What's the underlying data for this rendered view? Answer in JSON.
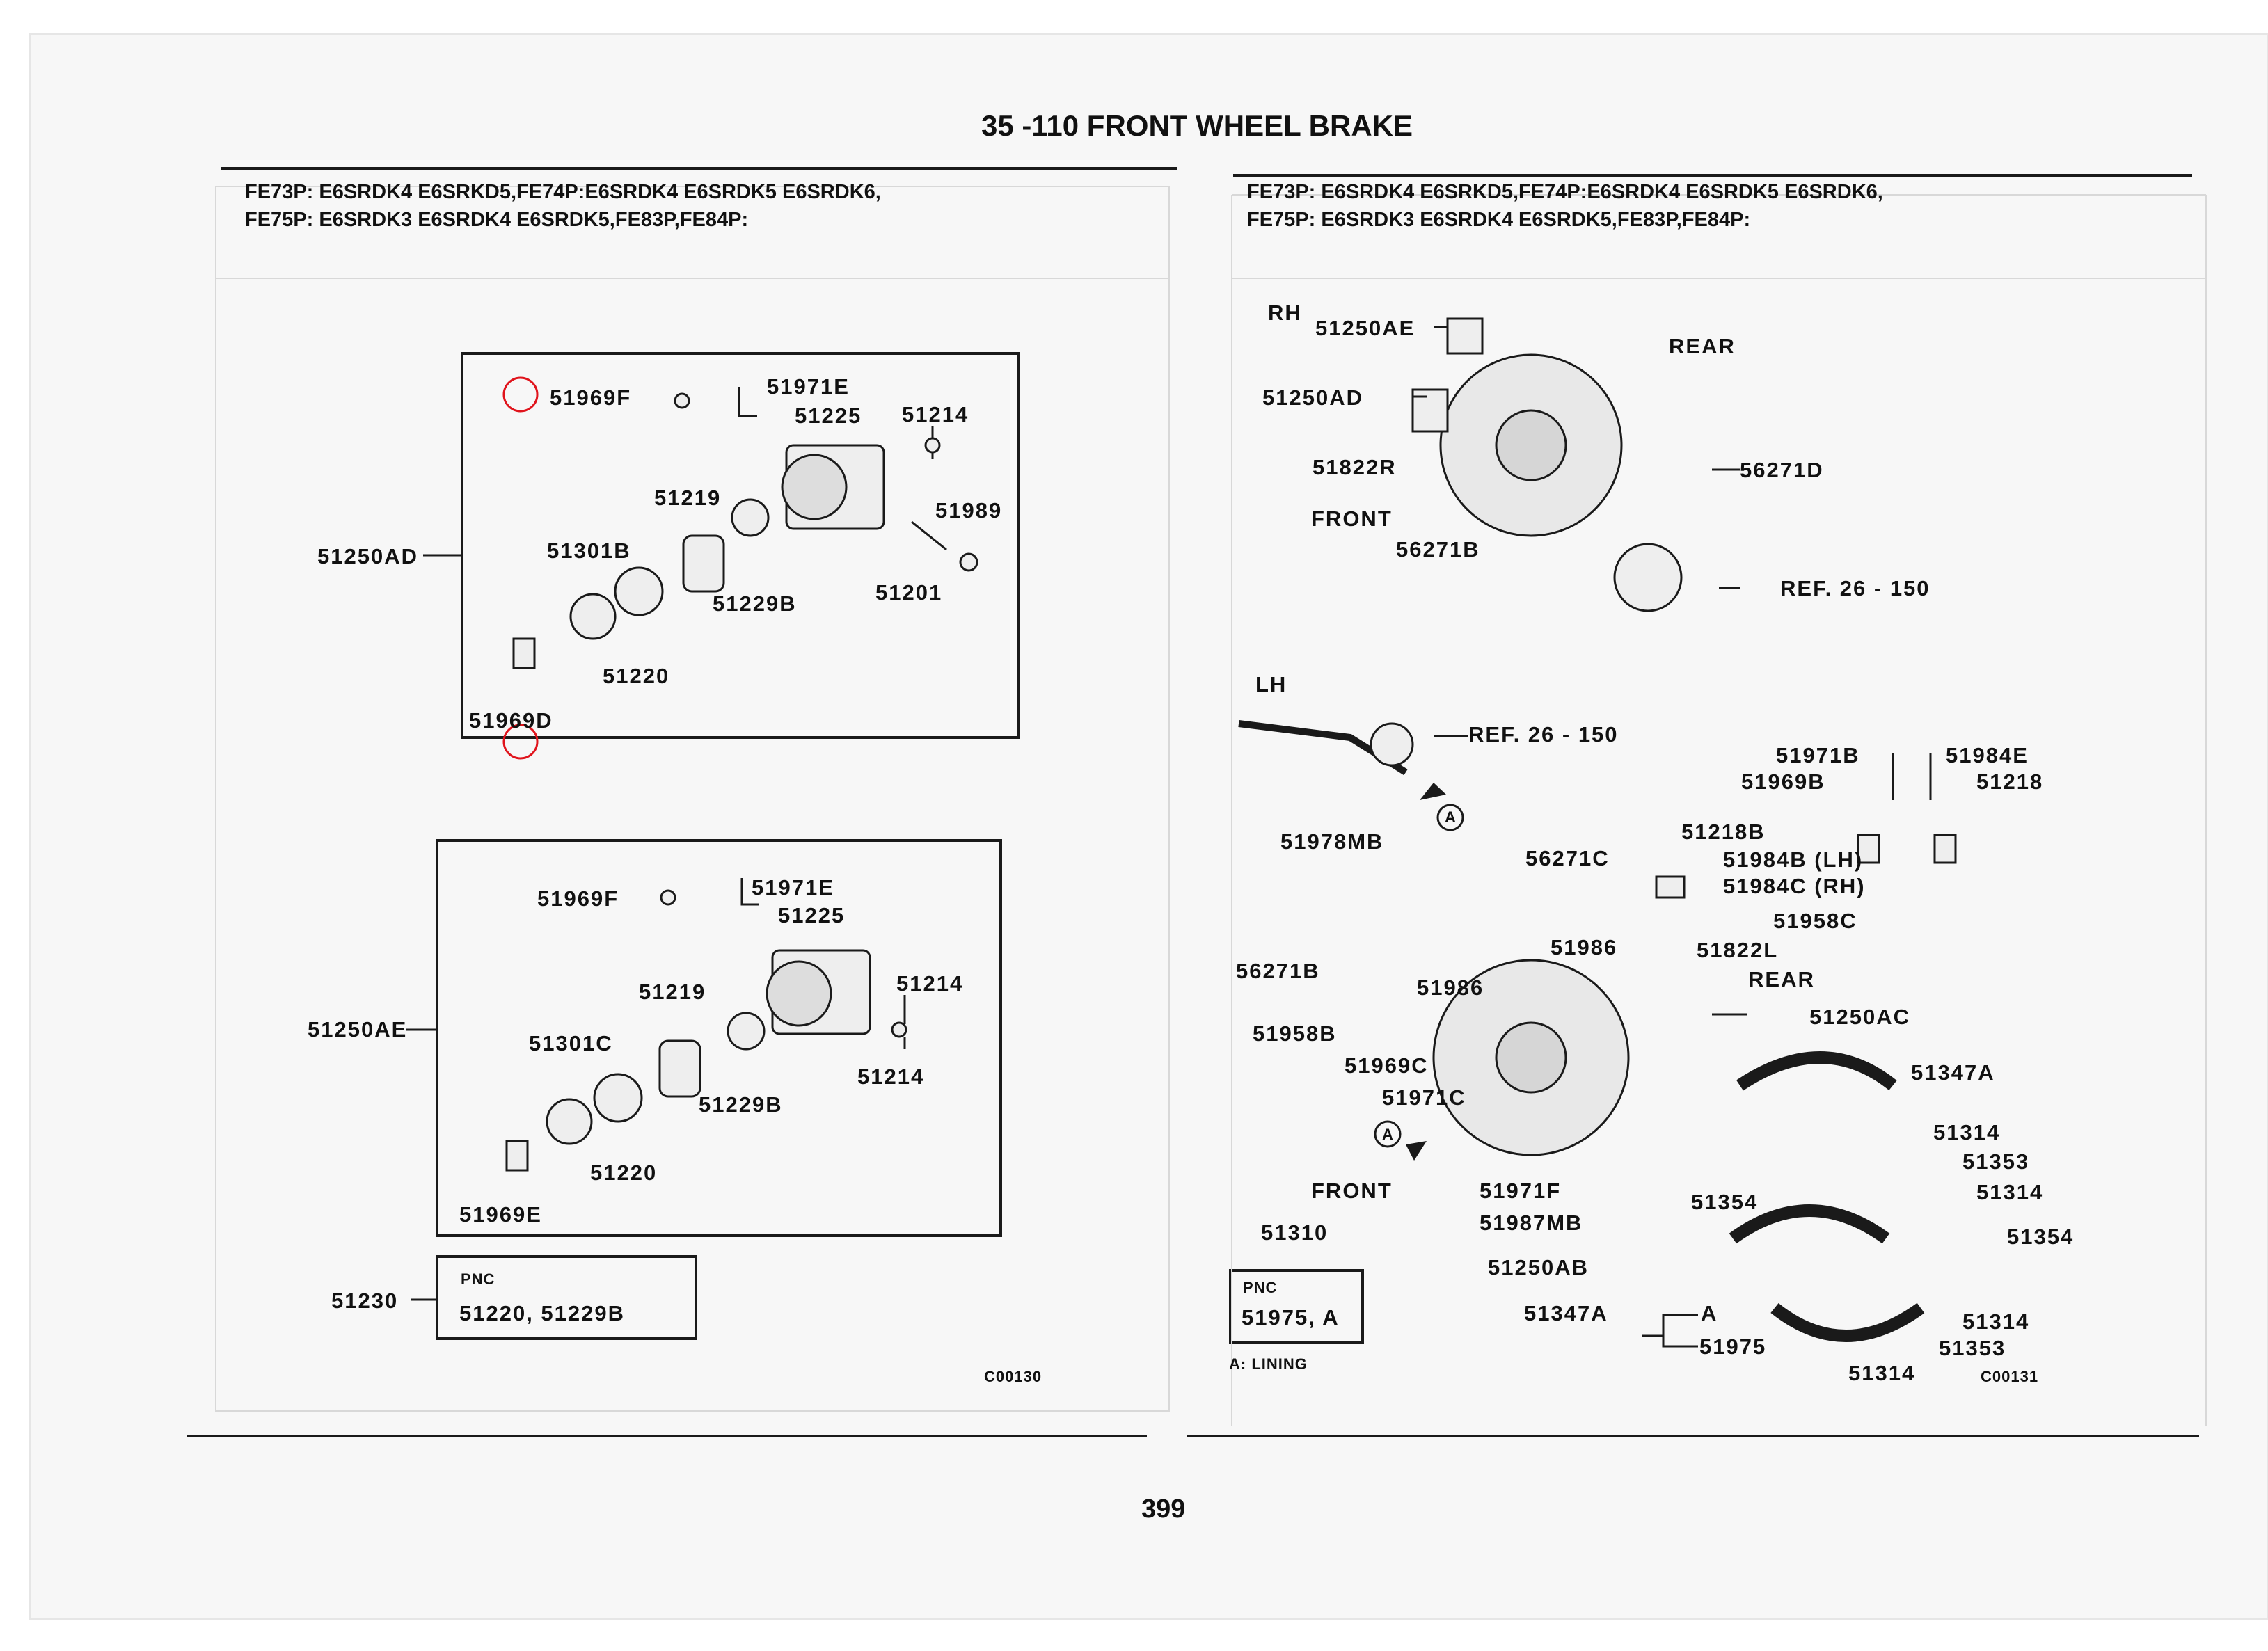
{
  "page": {
    "title": "35 -110   FRONT WHEEL BRAKE",
    "page_number": "399",
    "header_left_1": "FE73P: E6SRDK4 E6SRKD5,FE74P:E6SRDK4 E6SRDK5 E6SRDK6,",
    "header_left_2": "FE75P: E6SRDK3 E6SRDK4 E6SRDK5,FE83P,FE84P:",
    "header_right_1": "FE73P: E6SRDK4 E6SRKD5,FE74P:E6SRDK4 E6SRDK5 E6SRDK6,",
    "header_right_2": "FE75P: E6SRDK3 E6SRDK4 E6SRDK5,FE83P,FE84P:"
  },
  "left_diagram": {
    "upper_assembly": "51250AD",
    "upper_parts": {
      "p1": "51969F",
      "p2": "51971E",
      "p3": "51225",
      "p4": "51214",
      "p5": "51219",
      "p6": "51989",
      "p7": "51301B",
      "p8": "51201",
      "p9": "51229B",
      "p10": "51220",
      "p11": "51969D"
    },
    "lower_assembly": "51250AE",
    "lower_parts": {
      "p1": "51969F",
      "p2": "51971E",
      "p3": "51225",
      "p4": "51219",
      "p5": "51214",
      "p6": "51301C",
      "p7": "51214",
      "p8": "51229B",
      "p9": "51220",
      "p10": "51969E"
    },
    "pnc_box": {
      "ref": "51230",
      "title": "PNC",
      "parts": "51220, 51229B"
    },
    "figure_code": "C00130"
  },
  "right_diagram": {
    "rh_label": "RH",
    "lh_label": "LH",
    "labels": {
      "a1": "51250AE",
      "a2": "51250AD",
      "a3": "51822R",
      "a4": "FRONT",
      "a5": "56271B",
      "a6": "REAR",
      "a7": "56271D",
      "a8": "REF. 26 - 150",
      "b1": "REF. 26 - 150",
      "b2": "51978MB",
      "b3": "56271C",
      "b4": "51986",
      "b5": "56271B",
      "b6": "51986",
      "b7": "51958B",
      "b8": "51969C",
      "b9": "51971C",
      "b10": "FRONT",
      "b11": "51310",
      "b12": "51822L",
      "b13": "REAR",
      "b14": "51250AC",
      "b15": "51347A",
      "b16": "51971F",
      "b17": "51987MB",
      "b18": "51354",
      "b19": "51250AB",
      "b20": "51347A",
      "b21": "A",
      "b22": "51975",
      "b23": "51314",
      "b24": "51353",
      "b25": "51314",
      "b26": "51354",
      "b27": "51314",
      "b28": "51353",
      "b29": "51314",
      "c1": "51971B",
      "c2": "51984E",
      "c3": "51969B",
      "c4": "51218",
      "c5": "51218B",
      "c6": "51984B (LH)",
      "c7": "51984C (RH)",
      "c8": "51958C"
    },
    "pnc_box": {
      "title": "PNC",
      "parts": "51975, A"
    },
    "lining_note": "A: LINING",
    "marker": "A",
    "figure_code": "C00131"
  }
}
